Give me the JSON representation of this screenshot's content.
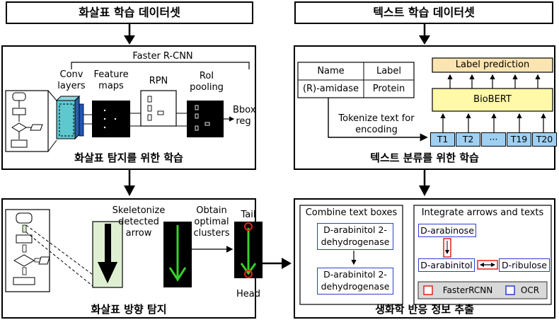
{
  "headers": {
    "left_top": "화살표 학습 데이터셋",
    "right_top": "텍스트 학습 데이터셋"
  },
  "panel1": {
    "model_name": "Faster R-CNN",
    "conv_label": "Conv layers",
    "feature_label": "Feature maps",
    "rpn_label": "RPN",
    "roi_label": "RoI pooling",
    "bbox_label": "Bbox reg",
    "caption": "화살표 탐지를 위한 학습"
  },
  "panel2": {
    "table_header_name": "Name",
    "table_header_label": "Label",
    "table_cell_name": "(R)-amidase",
    "table_cell_label": "Protein",
    "tokenize_label": "Tokenize text for encoding",
    "label_prediction": "Label prediction",
    "model_name": "BioBERT",
    "tokens": [
      "T1",
      "T2",
      "···",
      "T19",
      "T20"
    ],
    "caption": "텍스트 분류를 위한 학습"
  },
  "panel3": {
    "skeleton_label": "Skeletonize detected arrow",
    "cluster_label": "Obtain optimal clusters",
    "tail_label": "Tail",
    "head_label": "Head",
    "caption": "화살표 방향 탐지"
  },
  "panel4": {
    "left_title": "Combine text boxes",
    "left_box1": "D-arabinitol 2-dehydrogenase",
    "left_box2": "D-arabinitol 2-dehydrogenase",
    "right_title": "Integrate arrows and texts",
    "entity_top": "D-arabinose",
    "entity_left": "D-arabinitol",
    "entity_right": "D-ribulose",
    "legend_faster": "FasterRCNN",
    "legend_ocr": "OCR",
    "caption": "생화학 반응 정보 추출"
  },
  "colors": {
    "bert_fill": "#fff9a8",
    "label_fill": "#fce4b0",
    "token_fill": "#9fd0f2",
    "ocr_blue": "#2b3fcf",
    "faster_red": "#e0221e",
    "arrow_green": "#35d12a"
  }
}
